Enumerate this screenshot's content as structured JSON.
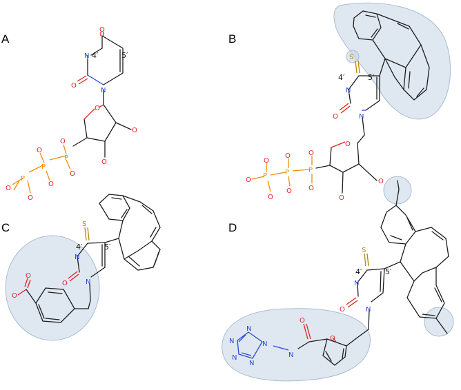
{
  "panels": [
    {
      "label": "A",
      "positions": [
        "4′",
        "5′"
      ]
    },
    {
      "label": "B",
      "positions": [
        "4′",
        "5′"
      ]
    },
    {
      "label": "C",
      "positions": [
        "4′",
        "5′"
      ]
    },
    {
      "label": "D",
      "positions": [
        "4′",
        "5′"
      ]
    }
  ],
  "atoms": {
    "O": "O",
    "N": "N",
    "P": "P",
    "S": "S"
  },
  "colors": {
    "oxygen": "#e21f1f",
    "nitrogen": "#2b48d6",
    "phosphorus": "#f08c00",
    "sulfur": "#b08a00",
    "highlight": "#c4d4e6"
  }
}
